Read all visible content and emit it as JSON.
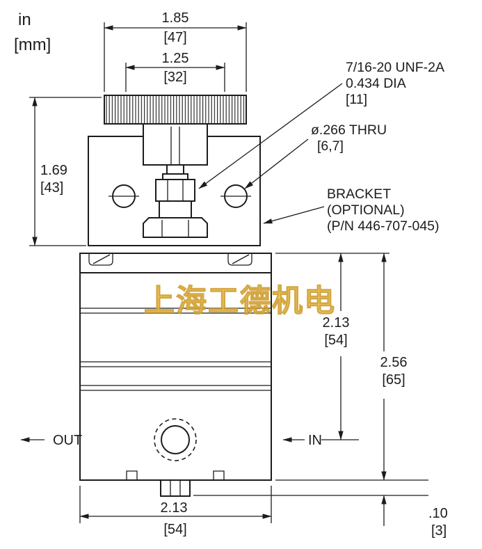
{
  "drawing": {
    "units": {
      "inch": "in",
      "mm": "[mm]"
    },
    "dims": {
      "top_width_in": "1.85",
      "top_width_mm": "[47]",
      "knob_width_in": "1.25",
      "knob_width_mm": "[32]",
      "upper_height_in": "1.69",
      "upper_height_mm": "[43]",
      "body_upper_in": "2.13",
      "body_upper_mm": "[54]",
      "body_total_in": "2.56",
      "body_total_mm": "[65]",
      "base_in": ".10",
      "base_mm": "[3]",
      "bottom_width_in": "2.13",
      "bottom_width_mm": "[54]"
    },
    "callouts": {
      "thread_line1": "7/16-20 UNF-2A",
      "thread_line2": "0.434 DIA",
      "thread_line3": "[11]",
      "hole_line1": "ø.266  THRU",
      "hole_line2": "[6,7]",
      "bracket_line1": "BRACKET",
      "bracket_line2": "(OPTIONAL)",
      "bracket_line3": "(P/N 446-707-045)"
    },
    "flow": {
      "out": "OUT",
      "in": "IN"
    },
    "watermark": {
      "text": "上海工德机电"
    },
    "colors": {
      "line": "#1c1c1c",
      "watermark_fill": "#f2c94c",
      "watermark_stroke": "#cf9e30",
      "background": "#ffffff"
    }
  }
}
